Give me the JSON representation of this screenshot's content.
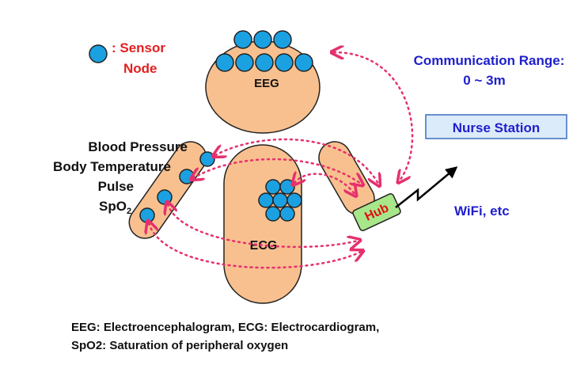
{
  "legend": {
    "sensor_label_line1": ": Sensor",
    "sensor_label_line2": "Node"
  },
  "labels": {
    "eeg": "EEG",
    "ecg": "ECG",
    "hub": "Hub",
    "range_line1": "Communication Range:",
    "range_line2": "0 ~ 3m",
    "nurse_station": "Nurse Station",
    "wifi": "WiFi, etc",
    "arm_sensors": [
      "Blood Pressure",
      "Body Temperature",
      "Pulse",
      "SpO"
    ],
    "spo2_subscript": "2"
  },
  "caption": {
    "line1": "EEG: Electroencephalogram, ECG: Electrocardiogram,",
    "line2": "SpO2: Saturation of peripheral oxygen"
  },
  "colors": {
    "body": "#F8C08F",
    "body_stroke": "#222222",
    "sensor": "#1BA1E2",
    "link": "#E6306E",
    "hub": "#A8E68A",
    "hub_text": "#E01010",
    "blue_text": "#2020CC",
    "red_text": "#E02020",
    "nurse_box": "#DCEBFA"
  }
}
